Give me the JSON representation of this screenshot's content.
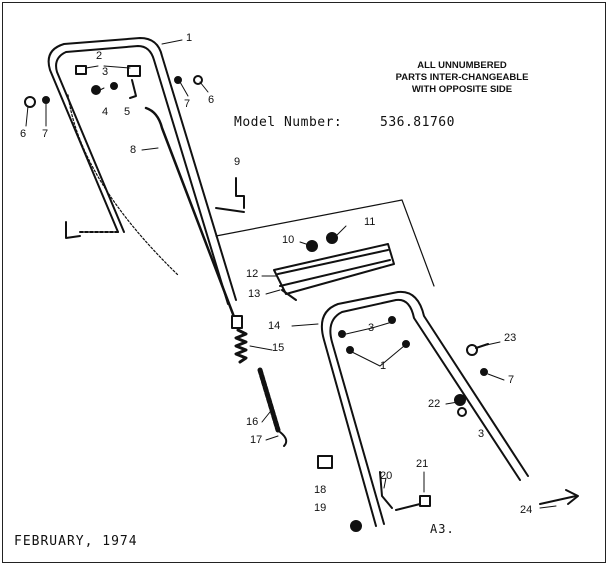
{
  "note": {
    "line1": "ALL UNNUMBERED",
    "line2": "PARTS INTER-CHANGEABLE",
    "line3": "WITH OPPOSITE SIDE"
  },
  "model": {
    "label": "Model Number:",
    "value": "536.81760"
  },
  "footer": {
    "date": "FEBRUARY, 1974",
    "sheet": "A3."
  },
  "part_labels": {
    "upper_handle": "1",
    "upper_left_bolt_a": "2",
    "upper_left_bolt_b": "3",
    "upper_left_knob": "4",
    "upper_left_nut": "5",
    "upper_right_washer": "7",
    "upper_right_bolt": "6",
    "left_bolt": "6",
    "left_washer": "7",
    "control_cable": "8",
    "cable_clip": "9",
    "bracket_screw": "10",
    "panel_cover": "11",
    "panel_plate": "12",
    "panel_bar": "13",
    "lower_handle": "14",
    "spring": "15",
    "chain": "16",
    "chain_hook": "17",
    "lower_knob": "18",
    "lower_nut": "19",
    "lower_clip": "20",
    "lower_bolt": "21",
    "right_nut": "22",
    "right_screw": "23",
    "right_washer": "7",
    "right_nut_b": "3",
    "mid_bolts": "3",
    "mid_handle": "1",
    "pin": "24"
  }
}
